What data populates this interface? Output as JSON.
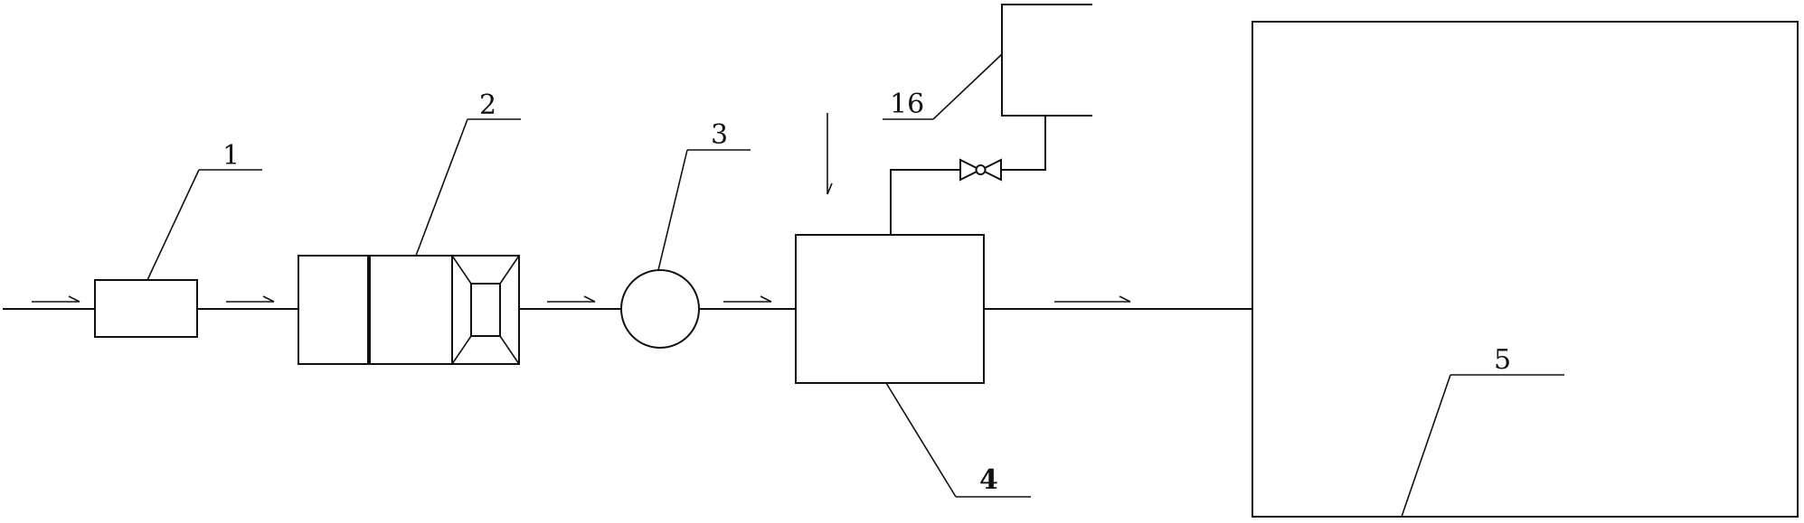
{
  "labels": {
    "part1": "1",
    "part2": "2",
    "part3": "3",
    "part4": "4",
    "part5": "5",
    "part16": "16"
  }
}
